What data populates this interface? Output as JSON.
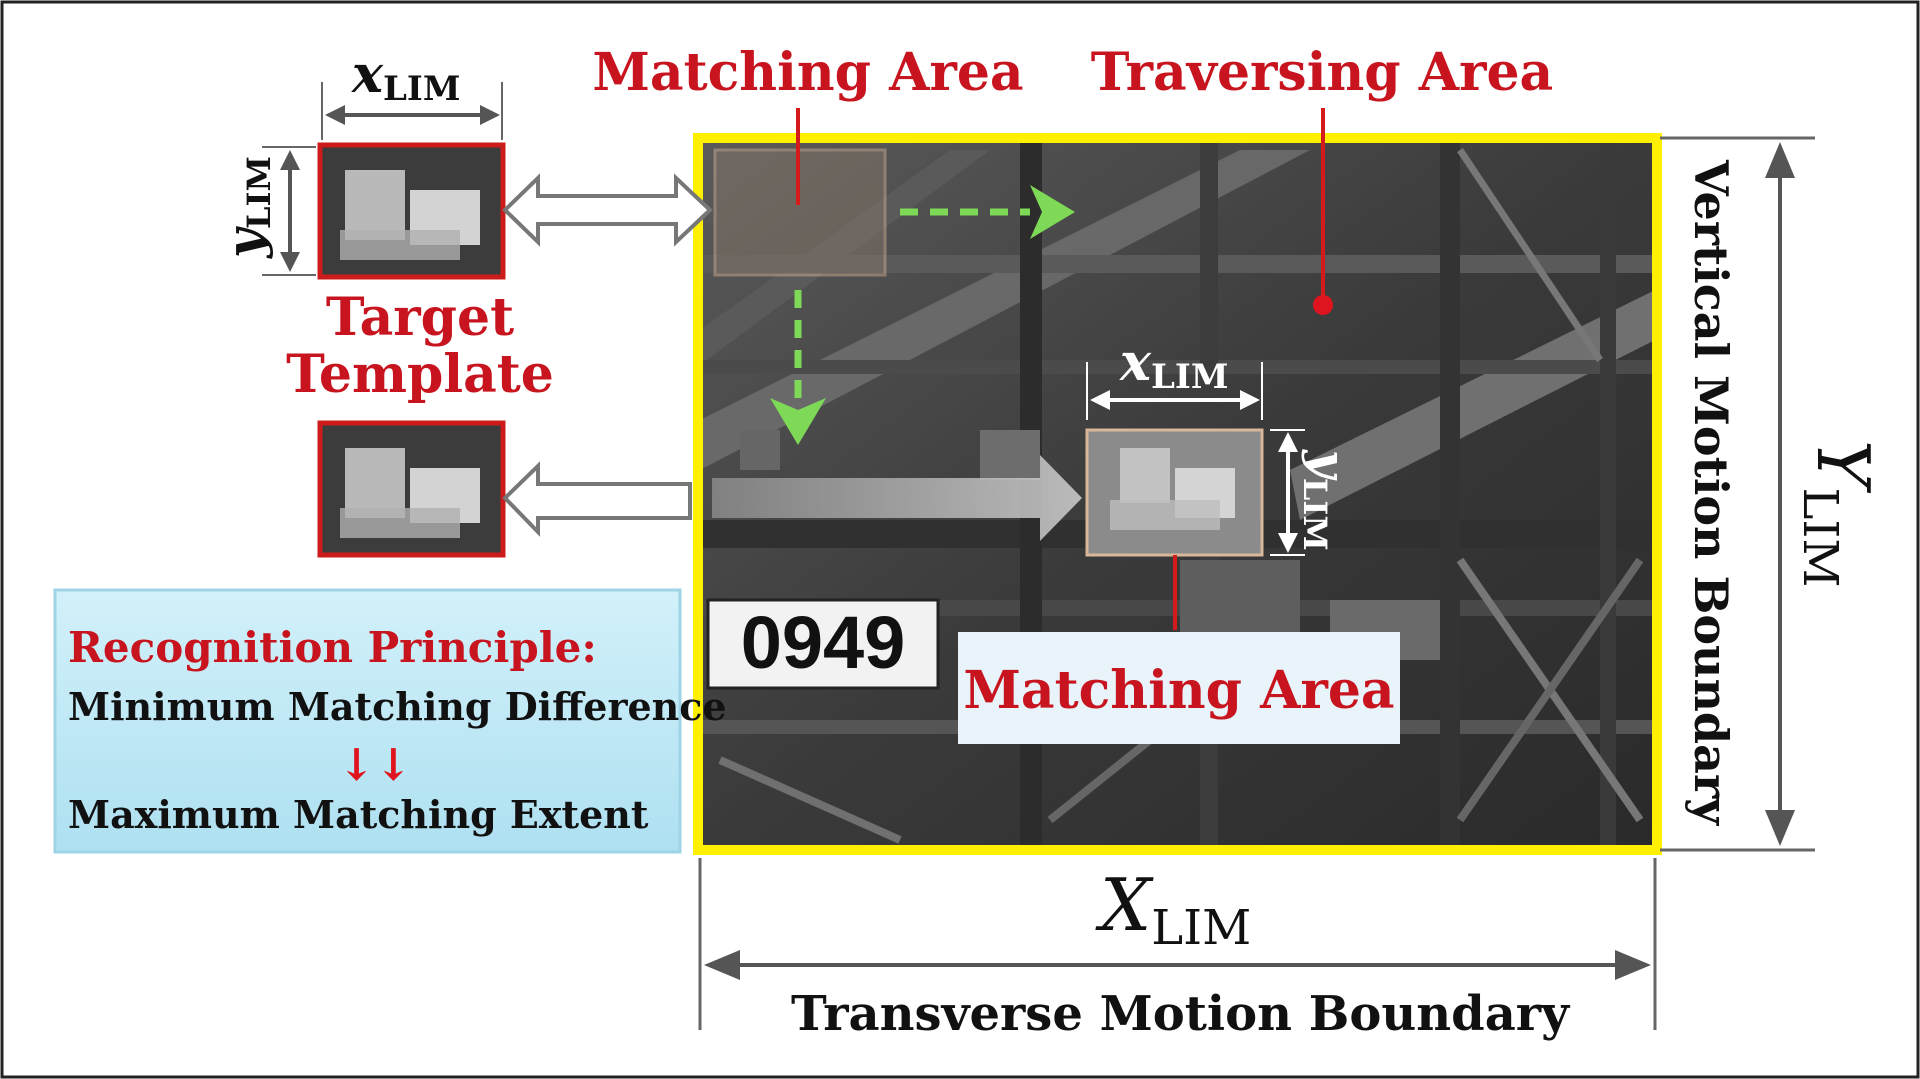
{
  "labels": {
    "matching_area_top": "Matching Area",
    "traversing_area": "Traversing Area",
    "target_template_line1": "Target",
    "target_template_line2": "Template",
    "matching_area_bottom": "Matching Area",
    "vertical_boundary": "Vertical Motion Boundary",
    "transverse_boundary": "Transverse Motion Boundary",
    "plate_number": "0949"
  },
  "dimension_symbols": {
    "small_x_base": "x",
    "small_y_base": "y",
    "big_x_base": "X",
    "big_y_base": "Y",
    "subscript": "LIM"
  },
  "principle_box": {
    "title": "Recognition Principle:",
    "line1": "Minimum Matching Difference",
    "arrows": "↓↓",
    "line2": "Maximum Matching Extent"
  },
  "colors": {
    "highlight_border": "#ffef00",
    "label_red": "#c8141e",
    "template_border": "#cc1b1b",
    "search_arrow": "#7ed957",
    "principle_bg": "#bfe9f6"
  }
}
